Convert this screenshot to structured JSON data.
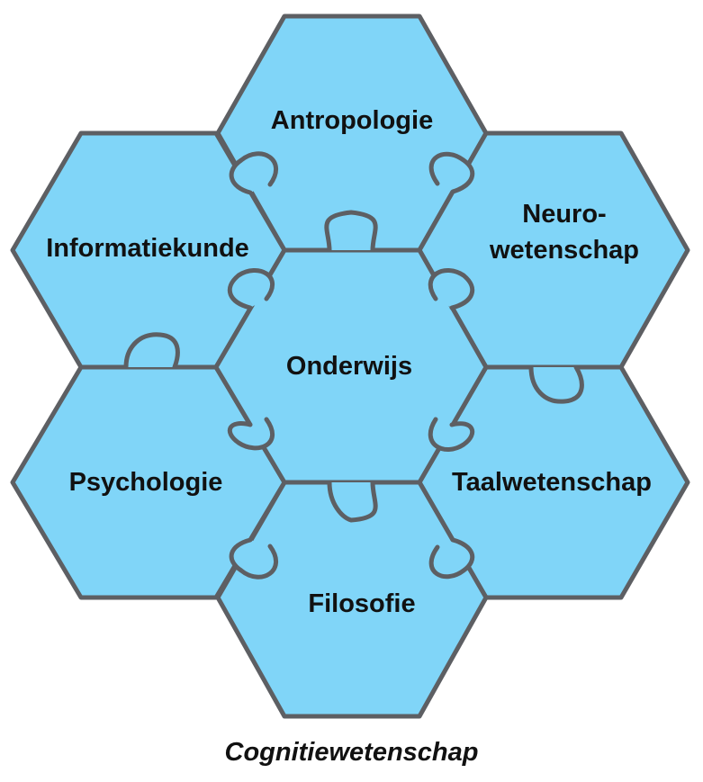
{
  "diagram": {
    "fill_color": "#80d5f8",
    "stroke_color": "#5d5f63",
    "center": {
      "label": "Onderwijs"
    },
    "pieces": {
      "top": {
        "label": "Antropologie"
      },
      "top_right": {
        "line1": "Neuro-",
        "line2": "wetenschap"
      },
      "bottom_right": {
        "label": "Taalwetenschap"
      },
      "bottom": {
        "label": "Filosofie"
      },
      "bottom_left": {
        "label": "Psychologie"
      },
      "top_left": {
        "label": "Informatiekunde"
      }
    }
  },
  "caption": "Cognitiewetenschap"
}
